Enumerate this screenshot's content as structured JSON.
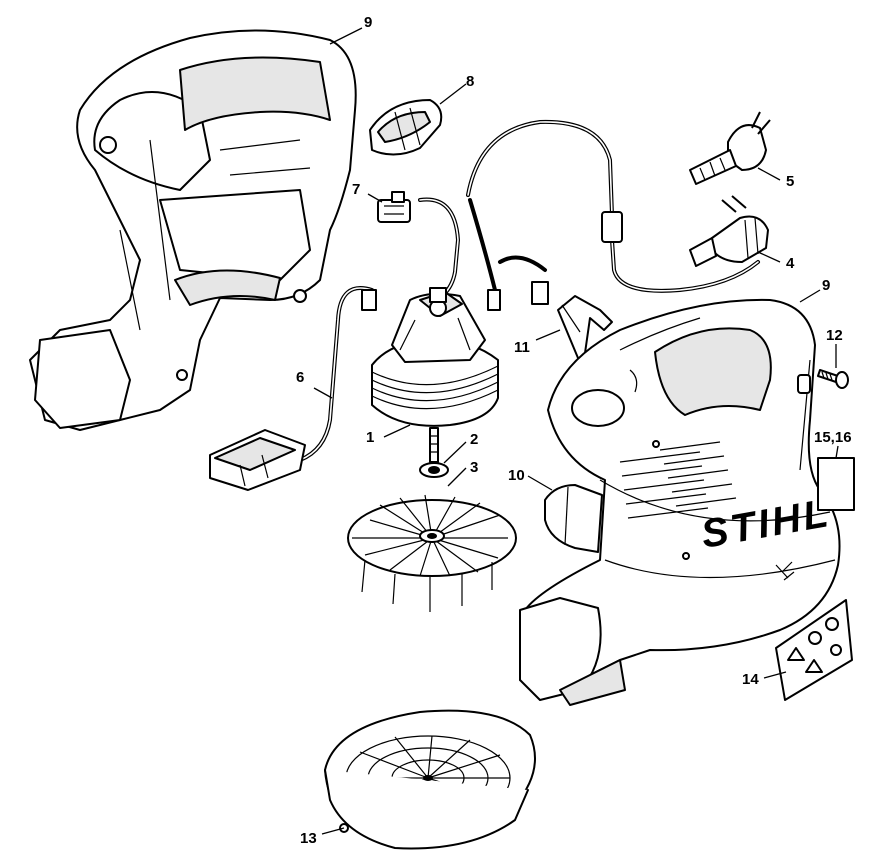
{
  "brand": "STIHL",
  "callouts": [
    {
      "id": "1",
      "part": "motor"
    },
    {
      "id": "2",
      "part": "washer"
    },
    {
      "id": "3",
      "part": "fan-impeller"
    },
    {
      "id": "4",
      "part": "power-plug"
    },
    {
      "id": "5",
      "part": "power-plug-alt"
    },
    {
      "id": "6",
      "part": "cable-clip"
    },
    {
      "id": "7",
      "part": "switch"
    },
    {
      "id": "8",
      "part": "switch-button"
    },
    {
      "id": "9",
      "part": "housing-shell-left"
    },
    {
      "id": "9",
      "part": "housing-shell-right"
    },
    {
      "id": "10",
      "part": "air-guide"
    },
    {
      "id": "11",
      "part": "terminal-spring"
    },
    {
      "id": "12",
      "part": "screw"
    },
    {
      "id": "13",
      "part": "intake-grille"
    },
    {
      "id": "14",
      "part": "warning-label"
    },
    {
      "id": "15,16",
      "part": "rating-plate"
    }
  ]
}
